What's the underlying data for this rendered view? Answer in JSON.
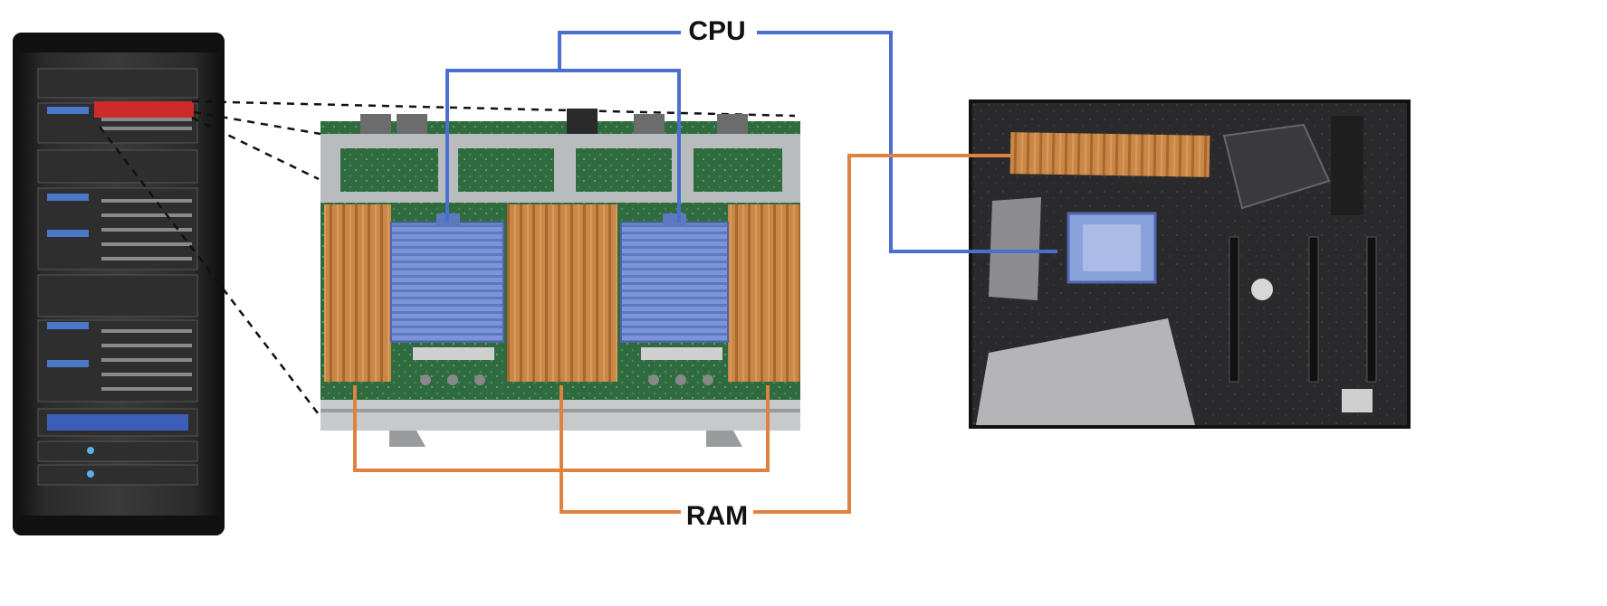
{
  "labels": {
    "cpu": "CPU",
    "ram": "RAM"
  },
  "colors": {
    "cpu_line": "#4a6fcf",
    "ram_line": "#e0823f",
    "cpu_tint": "#6f8fd8",
    "ram_tint": "#c97a3a",
    "highlight": "#cf2a2a",
    "rack_body": "#1c1c1c",
    "board_green": "#2f6b3e",
    "desktop_board": "#2a2a2c"
  },
  "images": {
    "rack": "server-rack",
    "server_board": "server-motherboard",
    "desktop_board": "desktop-motherboard"
  }
}
